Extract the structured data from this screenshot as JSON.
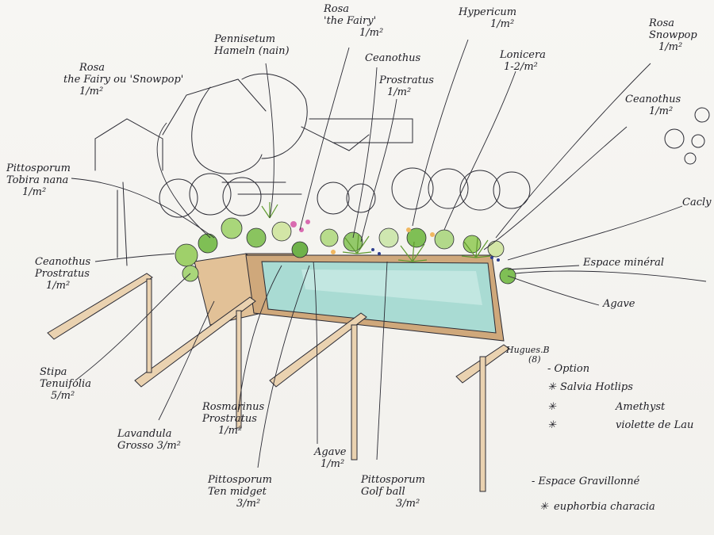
{
  "labels": {
    "rosa_fairy_snowpop": [
      "Rosa",
      "the Fairy ou 'Snowpop'",
      "1/m²"
    ],
    "pennisetum": [
      "Pennisetum",
      "Hameln (nain)"
    ],
    "rosa_fairy": [
      "Rosa",
      "'the Fairy'",
      "1/m²"
    ],
    "ceanothus_top": [
      "Ceanothus"
    ],
    "prostratus_top": [
      "Prostratus",
      "1/m²"
    ],
    "hypericum": [
      "Hypericum",
      "1/m²"
    ],
    "lonicera": [
      "Lonicera",
      "1-2/m²"
    ],
    "rosa_snowpop": [
      "Rosa",
      "Snowpop",
      "1/m²"
    ],
    "ceanothus_right": [
      "Ceanothus",
      "1/m²"
    ],
    "cacly": [
      "Cacly"
    ],
    "pittosporum_tobira": [
      "Pittosporum",
      "Tobira nana",
      "1/m²"
    ],
    "ceanothus_left": [
      "Ceanothus",
      "Prostratus",
      "1/m²"
    ],
    "espace_mineral": [
      "Espace minéral"
    ],
    "agave_right": [
      "Agave"
    ],
    "stipa": [
      "Stipa",
      "Tenuifolia",
      "5/m²"
    ],
    "lavandula": [
      "Lavandula",
      "Grosso 3/m²"
    ],
    "rosmarinus": [
      "Rosmarinus",
      "Prostratus",
      "1/m²"
    ],
    "agave_bottom": [
      "Agave",
      "1/m²"
    ],
    "pittosporum_midget": [
      "Pittosporum",
      "Ten midget",
      "3/m²"
    ],
    "pittosporum_golf": [
      "Pittosporum",
      "Golf ball",
      "3/m²"
    ],
    "signature": [
      "Hugues.B",
      "(8)"
    ],
    "option_title": "- Option",
    "options": [
      "Salvia Hotlips",
      "Amethyst",
      "violette de Lau"
    ],
    "espace_gravillonne": "- Espace Gravillonné",
    "euphorbia": "euphorbia characia"
  },
  "colors": {
    "ink": "#1d1d24",
    "water": "#9fd4cc",
    "wood": "#d9b58a",
    "foliage": "#8fc35a",
    "pink": "#d96bb0"
  },
  "icons": {
    "bullet": "asterisk-bullet-icon"
  }
}
